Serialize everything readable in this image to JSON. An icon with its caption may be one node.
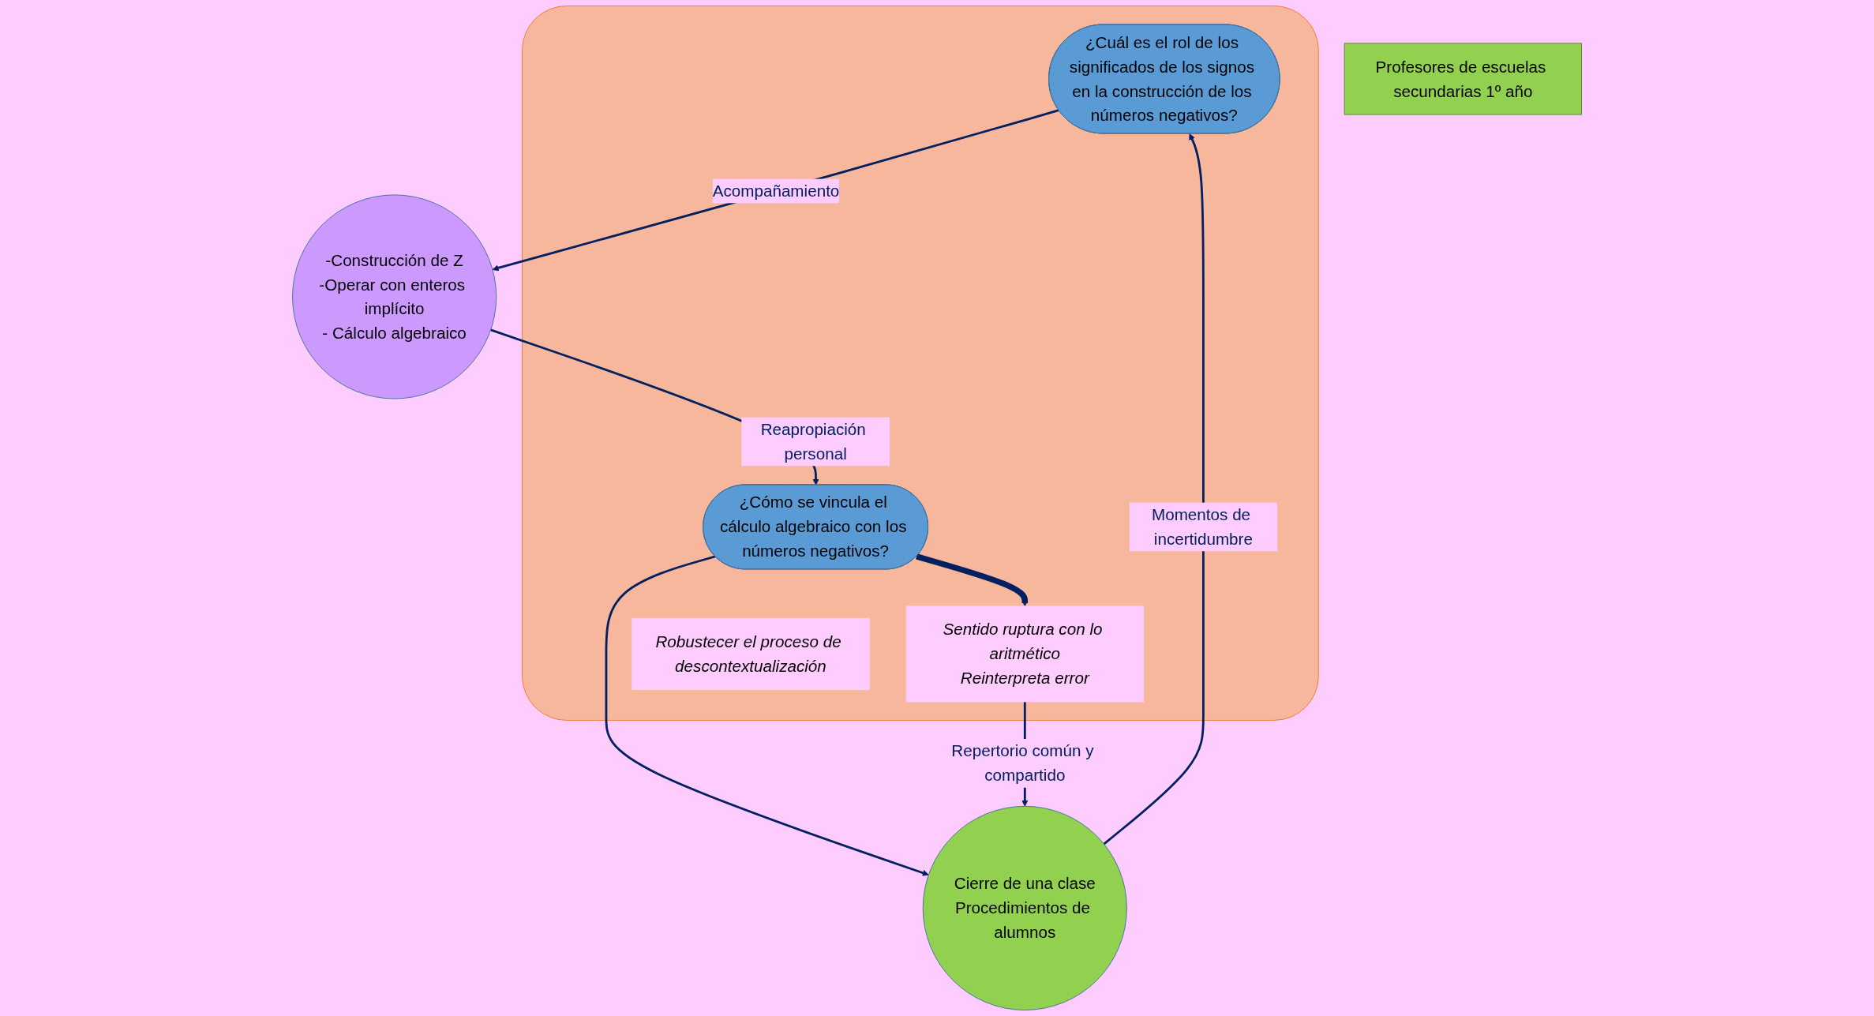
{
  "diagram": {
    "nodes": [
      {
        "text": [],
        "shape": "box"
      },
      {
        "text": [
          "¿Cuál es el rol de los significados de los signos en la construcción de los números negativos?"
        ],
        "in": 0
      },
      {
        "text": [
          "Cierre de una clase",
          "Procedimientos de alumnos"
        ]
      },
      {
        "text": [
          "-Construcción de Z",
          "-Operar con enteros implícito",
          "- Cálculo algebraico"
        ]
      },
      {
        "text": [
          "¿Cómo se vincula el cálculo algebraico con los números negativos?"
        ],
        "in": 0
      },
      {
        "text": [
          "Sentido ruptura con lo aritmético",
          "Reinterpreta error"
        ],
        "in": 0
      },
      {
        "text": [
          "Profesores de escuelas secundarias 1º año"
        ]
      },
      {
        "text": [
          "Robustecer el proceso de descontextualización"
        ],
        "in": 0
      }
    ],
    "edges": [
      {
        "from": 1,
        "to": 3,
        "arrow": "to",
        "label": "Acompañamiento"
      },
      {
        "from": 3,
        "to": 4,
        "arrow": "to",
        "label": "Reapropiación personal"
      },
      {
        "from": 4,
        "to": 2,
        "arrow": "to"
      },
      {
        "from": 2,
        "to": 1,
        "arrow": "to",
        "label": "Momentos de incertidumbre"
      },
      {
        "from": 5,
        "to": 2,
        "arrow": "to",
        "label": "Repertorio común y compartido"
      },
      {
        "from": 4,
        "to": 5,
        "arrow": "to",
        "style": "thick"
      }
    ]
  }
}
